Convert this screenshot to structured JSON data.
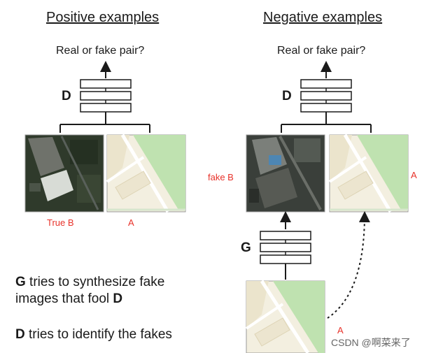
{
  "positive": {
    "title": "Positive examples",
    "question": "Real or fake pair?",
    "discriminator": "D",
    "label_left": "True B",
    "label_right": "A"
  },
  "negative": {
    "title": "Negative examples",
    "question": "Real or fake pair?",
    "discriminator": "D",
    "generator": "G",
    "label_fake": "fake B",
    "label_right": "A",
    "label_input": "A"
  },
  "text": {
    "g_bold": "G",
    "g_line1_rest": " tries to synthesize fake",
    "g_line2_start": "images that fool ",
    "g_line2_bold": "D",
    "d_bold": "D",
    "d_rest": " tries to identify the fakes"
  },
  "watermark": "CSDN @啊菜来了",
  "colors": {
    "label_red": "#e8322a",
    "map_bg": "#f3efe0",
    "map_green": "#bfe2b0",
    "satellite_dark": "#2f3a2b"
  }
}
